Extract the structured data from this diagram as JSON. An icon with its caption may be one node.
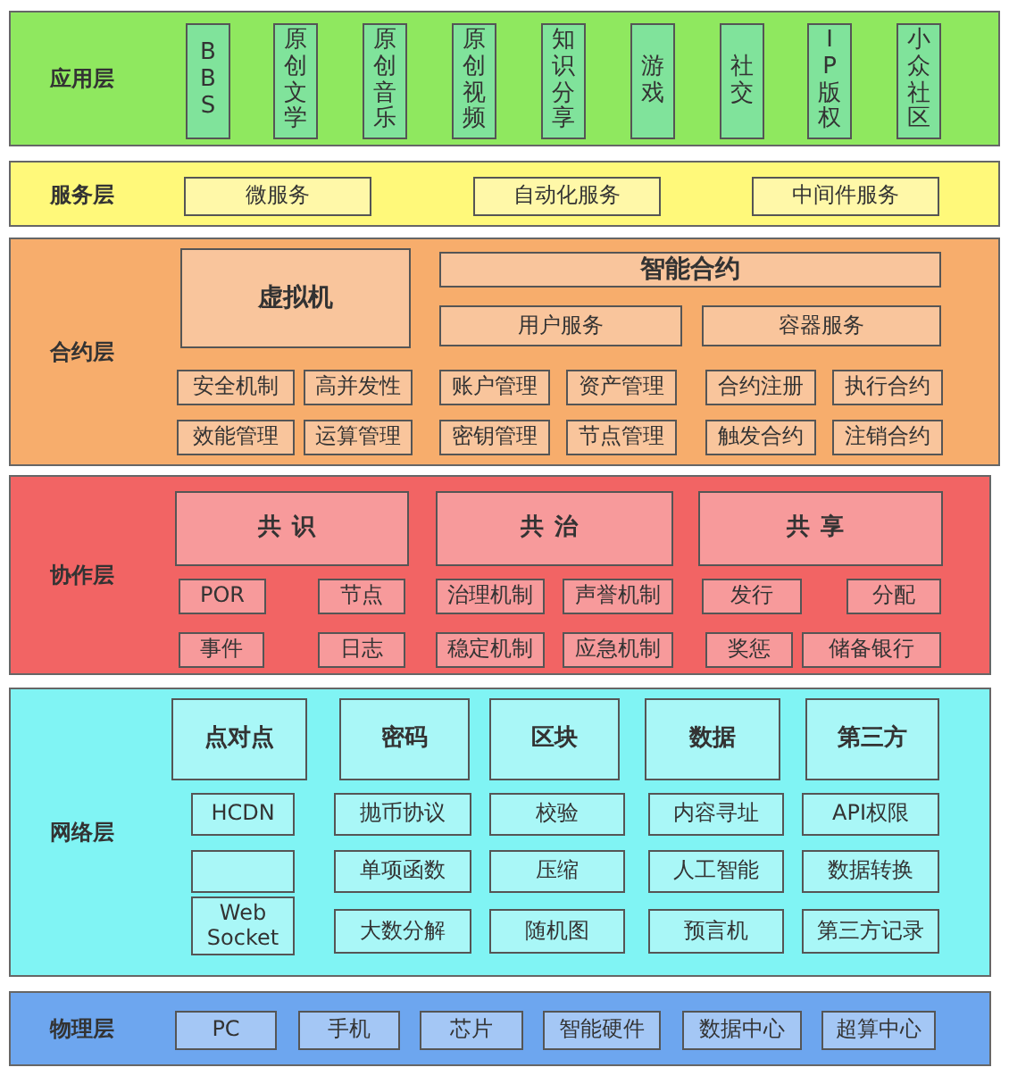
{
  "diagram": {
    "nodes": [
      {
        "text": [
          "应用层"
        ]
      },
      {
        "text": [
          "BBS"
        ],
        "in": 0
      },
      {
        "text": [
          "原创文学"
        ],
        "in": 0
      },
      {
        "text": [
          "原创音乐"
        ],
        "in": 0
      },
      {
        "text": [
          "原创视频"
        ],
        "in": 0
      },
      {
        "text": [
          "知识分享"
        ],
        "in": 0
      },
      {
        "text": [
          "游戏"
        ],
        "in": 0
      },
      {
        "text": [
          "社交"
        ],
        "in": 0
      },
      {
        "text": [
          "IP版权"
        ],
        "in": 0
      },
      {
        "text": [
          "小众社区"
        ],
        "in": 0
      },
      {
        "text": [
          "服务层"
        ]
      },
      {
        "text": [
          "微服务"
        ],
        "in": 10
      },
      {
        "text": [
          "自动化服务"
        ],
        "in": 10
      },
      {
        "text": [
          "中间件服务"
        ],
        "in": 10
      },
      {
        "text": [
          "合约层"
        ]
      },
      {
        "text": [
          "虚拟机"
        ],
        "in": 14
      },
      {
        "text": [
          "智能合约"
        ],
        "in": 14
      },
      {
        "text": [
          "用户服务"
        ],
        "in": 14
      },
      {
        "text": [
          "容器服务"
        ],
        "in": 14
      },
      {
        "text": [
          "安全机制"
        ],
        "in": 14
      },
      {
        "text": [
          "高并发性"
        ],
        "in": 14
      },
      {
        "text": [
          "账户管理"
        ],
        "in": 14
      },
      {
        "text": [
          "资产管理"
        ],
        "in": 14
      },
      {
        "text": [
          "合约注册"
        ],
        "in": 14
      },
      {
        "text": [
          "执行合约"
        ],
        "in": 14
      },
      {
        "text": [
          "效能管理"
        ],
        "in": 14
      },
      {
        "text": [
          "运算管理"
        ],
        "in": 14
      },
      {
        "text": [
          "密钥管理"
        ],
        "in": 14
      },
      {
        "text": [
          "节点管理"
        ],
        "in": 14
      },
      {
        "text": [
          "触发合约"
        ],
        "in": 14
      },
      {
        "text": [
          "注销合约"
        ],
        "in": 14
      },
      {
        "text": [
          "协作层"
        ]
      },
      {
        "text": [
          "共识"
        ],
        "in": 31
      },
      {
        "text": [
          "共治"
        ],
        "in": 31
      },
      {
        "text": [
          "共享"
        ],
        "in": 31
      },
      {
        "text": [
          "POR"
        ],
        "in": 31
      },
      {
        "text": [
          "节点"
        ],
        "in": 31
      },
      {
        "text": [
          "治理机制"
        ],
        "in": 31
      },
      {
        "text": [
          "声誉机制"
        ],
        "in": 31
      },
      {
        "text": [
          "发行"
        ],
        "in": 31
      },
      {
        "text": [
          "分配"
        ],
        "in": 31
      },
      {
        "text": [
          "事件"
        ],
        "in": 31
      },
      {
        "text": [
          "日志"
        ],
        "in": 31
      },
      {
        "text": [
          "稳定机制"
        ],
        "in": 31
      },
      {
        "text": [
          "应急机制"
        ],
        "in": 31
      },
      {
        "text": [
          "奖惩"
        ],
        "in": 31
      },
      {
        "text": [
          "储备银行"
        ],
        "in": 31
      },
      {
        "text": [
          "网络层"
        ]
      },
      {
        "text": [
          "点对点"
        ],
        "in": 47
      },
      {
        "text": [
          "密码"
        ],
        "in": 47
      },
      {
        "text": [
          "区块"
        ],
        "in": 47
      },
      {
        "text": [
          "数据"
        ],
        "in": 47
      },
      {
        "text": [
          "第三方"
        ],
        "in": 47
      },
      {
        "text": [
          "HCDN"
        ],
        "in": 47
      },
      {
        "text": [
          "抛币协议"
        ],
        "in": 47
      },
      {
        "text": [
          "校验"
        ],
        "in": 47
      },
      {
        "text": [
          "内容寻址"
        ],
        "in": 47
      },
      {
        "text": [
          "API权限"
        ],
        "in": 47
      },
      {
        "text": [],
        "shape": "box",
        "in": 47
      },
      {
        "text": [
          "单项函数"
        ],
        "in": 47
      },
      {
        "text": [
          "压缩"
        ],
        "in": 47
      },
      {
        "text": [
          "人工智能"
        ],
        "in": 47
      },
      {
        "text": [
          "数据转换"
        ],
        "in": 47
      },
      {
        "text": [
          "Web Socket"
        ],
        "in": 47
      },
      {
        "text": [
          "大数分解"
        ],
        "in": 47
      },
      {
        "text": [
          "随机图"
        ],
        "in": 47
      },
      {
        "text": [
          "预言机"
        ],
        "in": 47
      },
      {
        "text": [
          "第三方记录"
        ],
        "in": 47
      },
      {
        "text": [
          "物理层"
        ]
      },
      {
        "text": [
          "PC"
        ],
        "in": 68
      },
      {
        "text": [
          "手机"
        ],
        "in": 68
      },
      {
        "text": [
          "芯片"
        ],
        "in": 68
      },
      {
        "text": [
          "智能硬件"
        ],
        "in": 68
      },
      {
        "text": [
          "数据中心"
        ],
        "in": 68
      },
      {
        "text": [
          "超算中心"
        ],
        "in": 68
      }
    ]
  }
}
